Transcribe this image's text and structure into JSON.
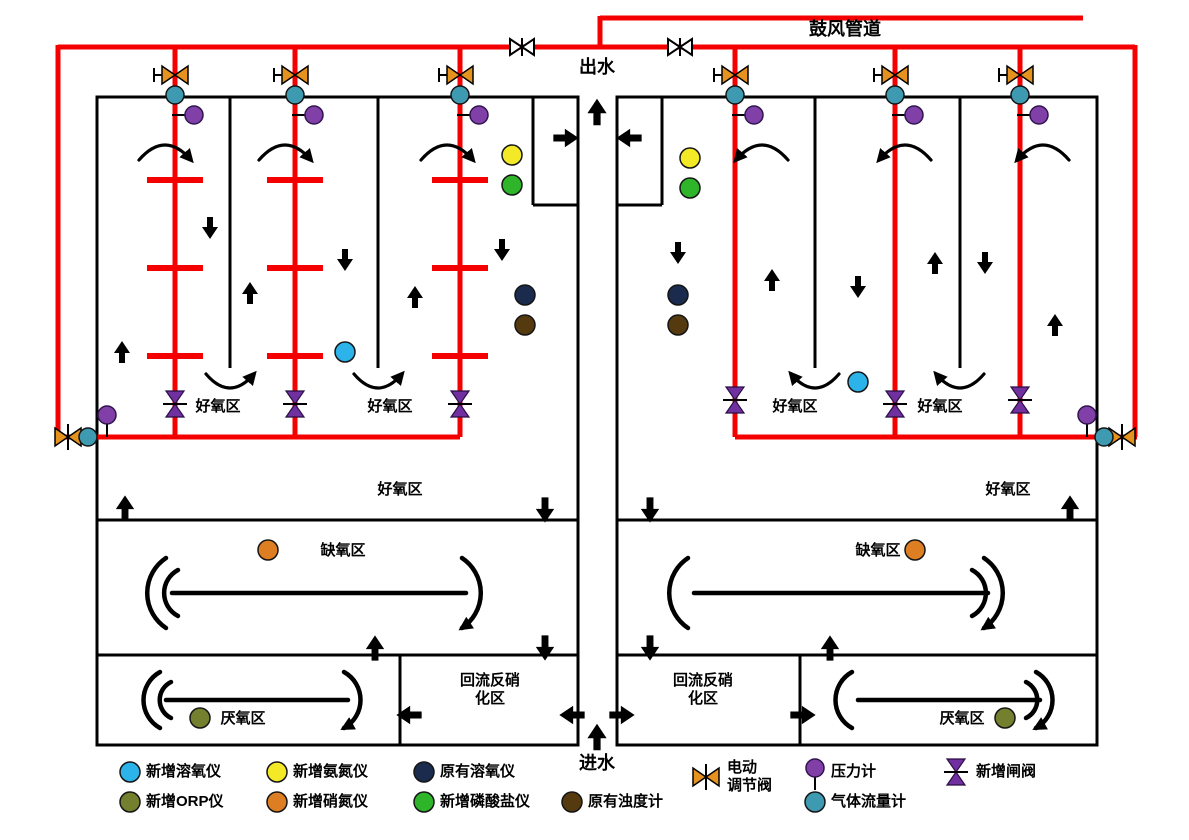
{
  "labels": {
    "blower_pipeline": "鼓风管道",
    "effluent": "出水",
    "influent": "进水",
    "aerobic_zone": "好氧区",
    "anoxic_zone": "缺氧区",
    "anaerobic_zone": "厌氧区",
    "return_denit_line1": "回流反硝",
    "return_denit_line2": "化区"
  },
  "legend": {
    "items": [
      {
        "label": "新增溶氧仪"
      },
      {
        "label": "新增ORP仪"
      },
      {
        "label": "新增氨氮仪"
      },
      {
        "label": "新增硝氮仪"
      },
      {
        "label": "原有溶氧仪"
      },
      {
        "label": "新增磷酸盐仪"
      },
      {
        "label": "原有浊度计"
      },
      {
        "label": "电动调节阀",
        "line1": "电动",
        "line2": "调节阀"
      },
      {
        "label": "压力计"
      },
      {
        "label": "气体流量计"
      },
      {
        "label": "新增闸阀"
      }
    ]
  },
  "colors": {
    "pipe_red": "#f40000",
    "wall_black": "#000000",
    "do_new": "#2bb3ea",
    "orp_new": "#75802f",
    "nh3_new": "#f4e926",
    "no3_new": "#de7e23",
    "do_old": "#1b2b4d",
    "po4_new": "#2fb52a",
    "turbidity_old": "#553a10",
    "gas_flow_meter": "#3d9ab0",
    "pressure_gauge": "#8040a8",
    "gate_valve": "#7030a0",
    "control_valve": "#e6921f"
  }
}
